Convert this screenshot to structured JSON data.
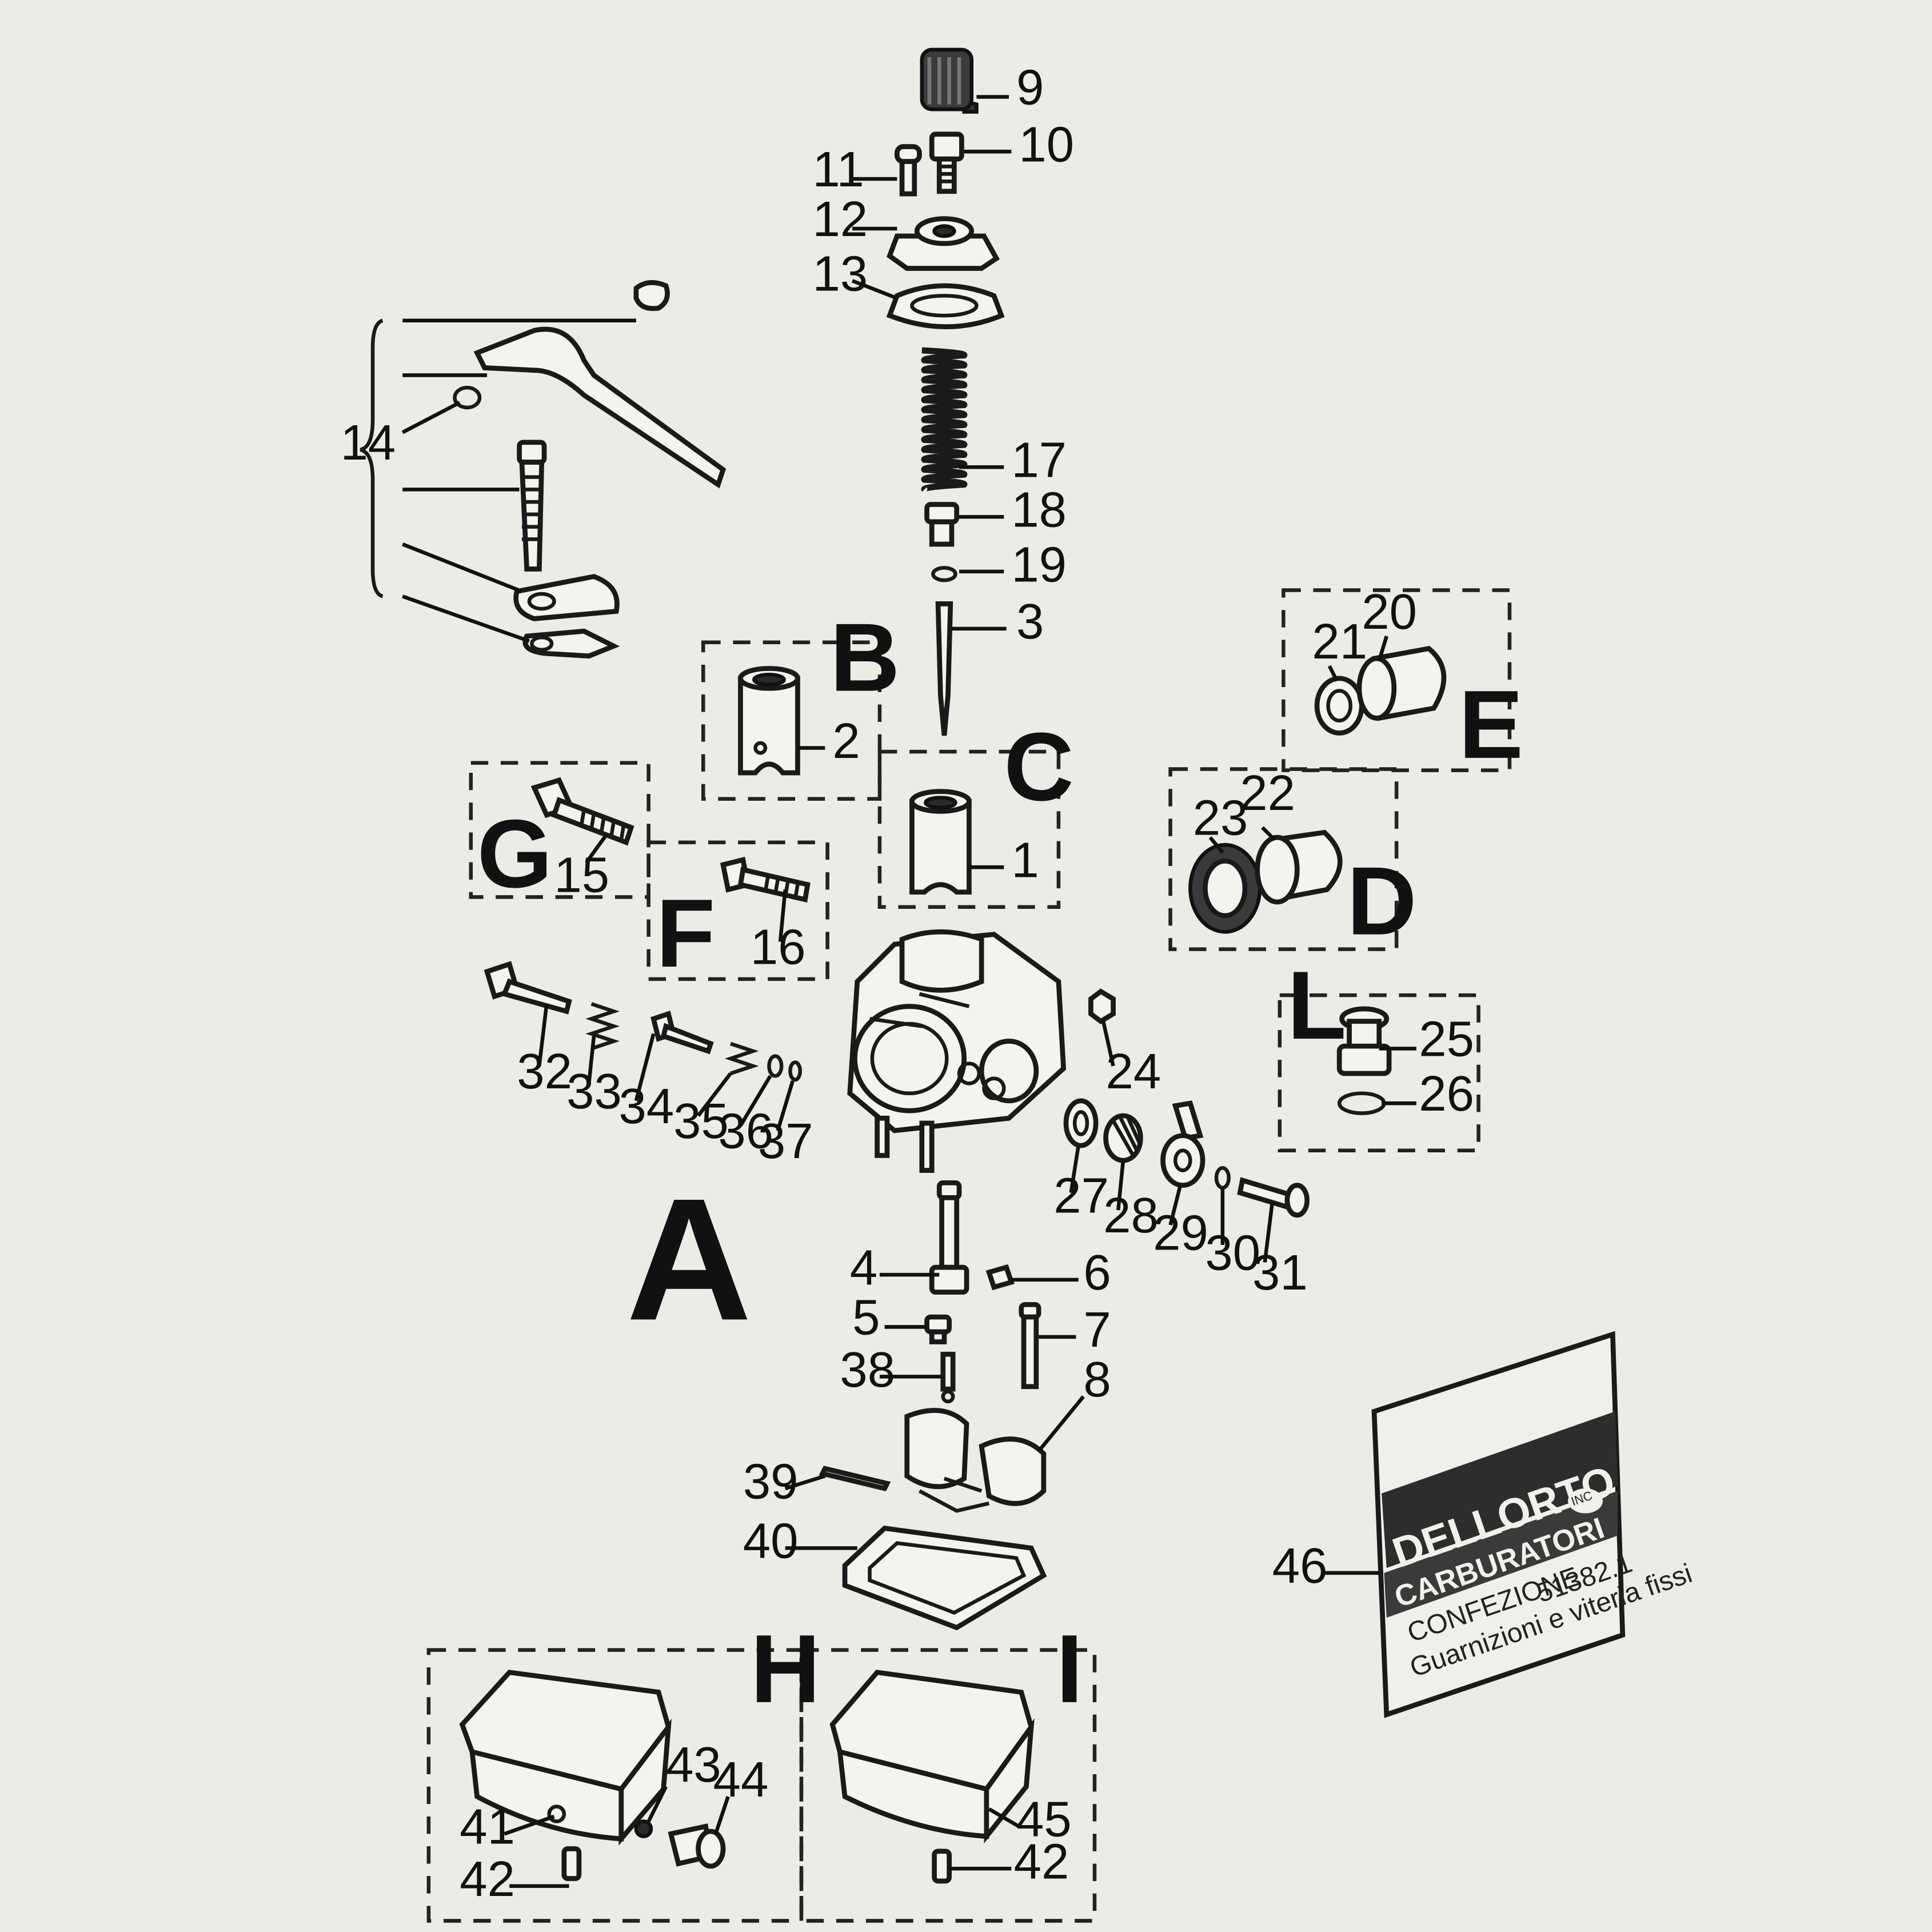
{
  "diagram": {
    "main_label": "A",
    "group_labels": [
      "B",
      "C",
      "D",
      "E",
      "F",
      "G",
      "H",
      "I",
      "L"
    ],
    "part_numbers": [
      "1",
      "2",
      "3",
      "4",
      "5",
      "6",
      "7",
      "8",
      "9",
      "10",
      "11",
      "12",
      "13",
      "14",
      "15",
      "16",
      "17",
      "18",
      "19",
      "20",
      "21",
      "22",
      "23",
      "24",
      "25",
      "26",
      "27",
      "28",
      "29",
      "30",
      "31",
      "32",
      "33",
      "34",
      "35",
      "36",
      "37",
      "38",
      "39",
      "40",
      "41",
      "42",
      "43",
      "44",
      "45",
      "46"
    ],
    "package": {
      "brand": "DELLORTO",
      "subtitle": "CARBURATORI",
      "badge": "INC",
      "line1": "CONFEZIONE",
      "code": "51382.1",
      "line2": "Guarnizioni e viteria fissi"
    }
  }
}
